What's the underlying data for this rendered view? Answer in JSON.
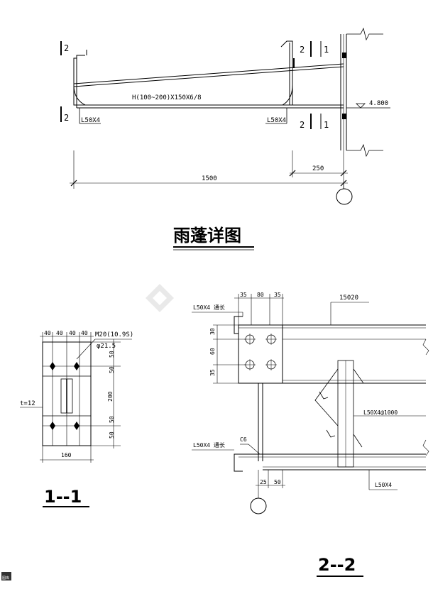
{
  "drawing": {
    "title": "雨蓬详图",
    "elevation": {
      "beam_label": "H(100~200)X150X6/8",
      "angle_left": "L50X4",
      "angle_right": "L50X4",
      "elev": "4.800",
      "dim_total": "1500",
      "dim_250": "250",
      "sec2": "2",
      "sec1": "1"
    },
    "section_1_1": {
      "title": "1--1",
      "dims_top": [
        "40",
        "40",
        "40",
        "40"
      ],
      "bolt_spec": "M20(10.9S)",
      "hole": "φ21.5",
      "dims_right": [
        "50",
        "50",
        "200",
        "50",
        "50"
      ],
      "t_label": "t=12",
      "dim_width": "160"
    },
    "section_2_2": {
      "title": "2--2",
      "dims_top": [
        "35",
        "80",
        "35"
      ],
      "dims_left": [
        "30",
        "60",
        "35"
      ],
      "angle_top": "L50X4 通长",
      "angle_bottom": "L50X4 通长",
      "plate": "C6",
      "member_top": "15020",
      "brace": "L50X4@1000",
      "angle_br": "L50X4",
      "dims_bottom": [
        "25",
        "50"
      ]
    },
    "corner_mark": "图库"
  }
}
